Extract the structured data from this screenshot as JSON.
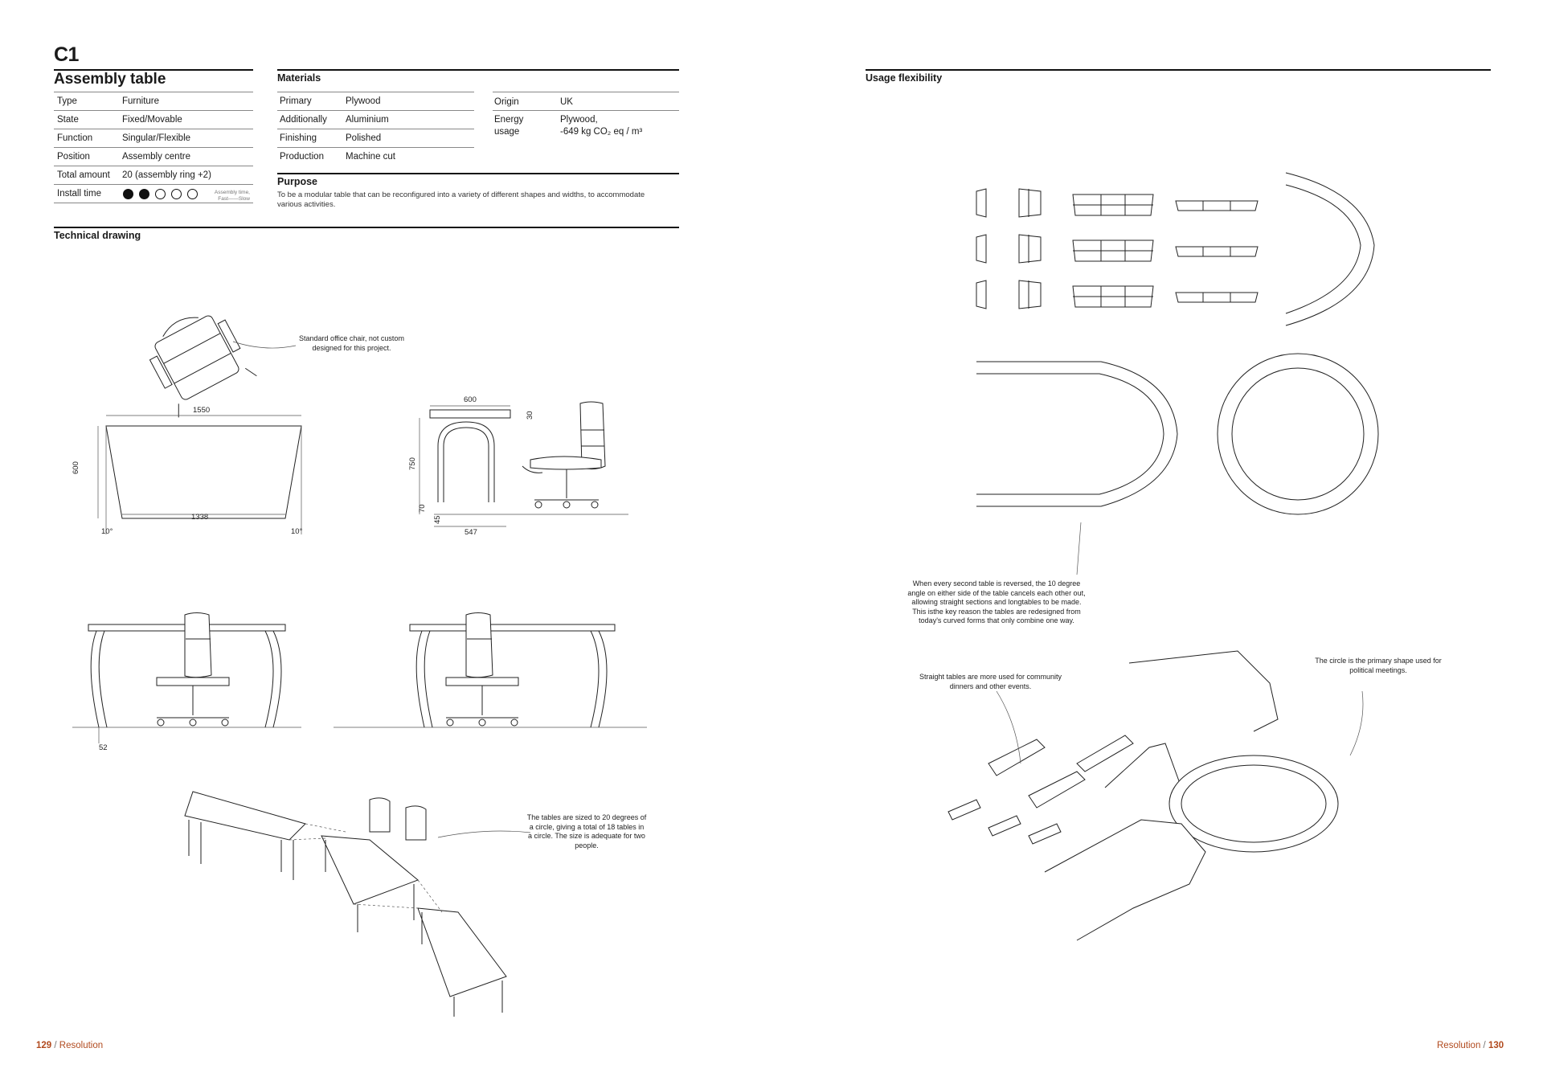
{
  "header": {
    "code": "C1",
    "title": "Assembly table"
  },
  "specs": [
    {
      "label": "Type",
      "value": "Furniture"
    },
    {
      "label": "State",
      "value": "Fixed/Movable"
    },
    {
      "label": "Function",
      "value": "Singular/Flexible"
    },
    {
      "label": "Position",
      "value": "Assembly centre"
    },
    {
      "label": "Total amount",
      "value": "20 (assembly ring +2)"
    },
    {
      "label": "Install time",
      "value": ""
    }
  ],
  "install_time": {
    "level": 2,
    "max": 5,
    "legend_top": "Assembly time,",
    "legend_bottom": "Fast——Slow"
  },
  "materials": {
    "heading": "Materials",
    "rows": [
      {
        "label": "Primary",
        "value": "Plywood"
      },
      {
        "label": "Additionally",
        "value": "Aluminium"
      },
      {
        "label": "Finishing",
        "value": "Polished"
      },
      {
        "label": "Production",
        "value": "Machine cut"
      }
    ],
    "origin_label": "Origin",
    "origin_value": "UK",
    "energy_label_1": "Energy",
    "energy_label_2": "usage",
    "energy_value_1": "Plywood,",
    "energy_value_2": "-649 kg CO₂ eq / m³"
  },
  "purpose": {
    "heading": "Purpose",
    "text": "To be a modular table that can be reconfigured into a variety of different shapes and widths, to accommodate various activities."
  },
  "technical": {
    "heading": "Technical drawing",
    "note_chair": "Standard office chair, not custom designed for this project.",
    "note_tables": "The tables are sized to 20 degrees of a circle, giving a total of 18 tables in a circle. The size is adequate for two people.",
    "dims": {
      "top_width": "1550",
      "bottom_width": "1338",
      "depth": "600",
      "angle_left": "10°",
      "angle_right": "10°",
      "side_width": "600",
      "top_thickness": "30",
      "height": "750",
      "foot_h": "70",
      "foot_w": "45",
      "base_width": "547",
      "leg_offset": "52"
    }
  },
  "usage": {
    "heading": "Usage flexibility",
    "note_reversed": "When every second table is reversed, the 10 degree angle on either side of the table cancels each other out, allowing straight sections and longtables to be made. This isthe key reason the tables are redesigned from today's curved forms that only combine one way.",
    "note_straight": "Straight tables are more used for community dinners and other events.",
    "note_circle": "The circle is the primary shape used for political meetings."
  },
  "footer": {
    "left_page": "129",
    "left_section": "Resolution",
    "separator": "/",
    "right_section": "Resolution",
    "right_page": "130"
  }
}
